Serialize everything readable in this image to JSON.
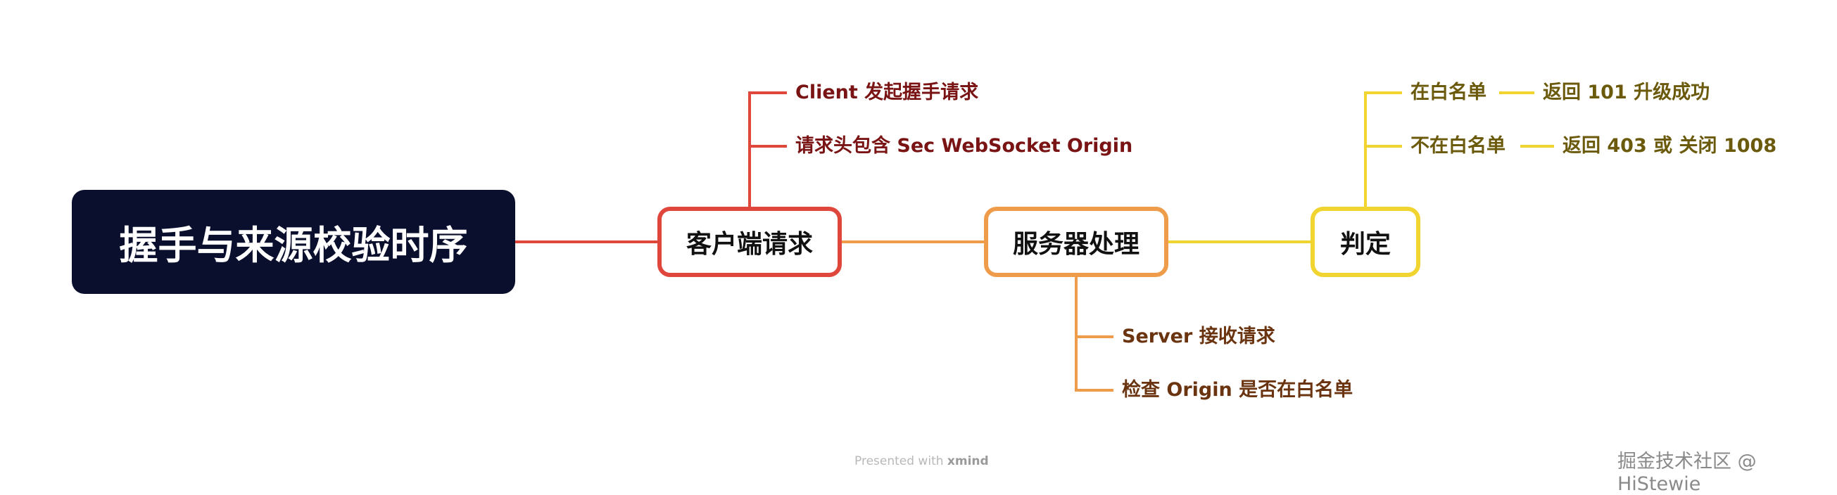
{
  "root": {
    "label": "握手与来源校验时序"
  },
  "branches": [
    {
      "label": "客户端请求",
      "color": "#e0473c",
      "children": [
        "Client 发起握手请求",
        "请求头包含 Sec WebSocket Origin"
      ]
    },
    {
      "label": "服务器处理",
      "color": "#ef9c4a",
      "children": [
        "Server 接收请求",
        "检查 Origin 是否在白名单"
      ]
    },
    {
      "label": "判定",
      "color": "#f1d430",
      "children": [
        {
          "label": "在白名单",
          "result": "返回 101 升级成功"
        },
        {
          "label": "不在白名单",
          "result": "返回 403 或 关闭 1008"
        }
      ]
    }
  ],
  "footer": {
    "presented_with": "Presented with",
    "brand": "xmind"
  },
  "watermark": "掘金技术社区 @ HiStewie"
}
